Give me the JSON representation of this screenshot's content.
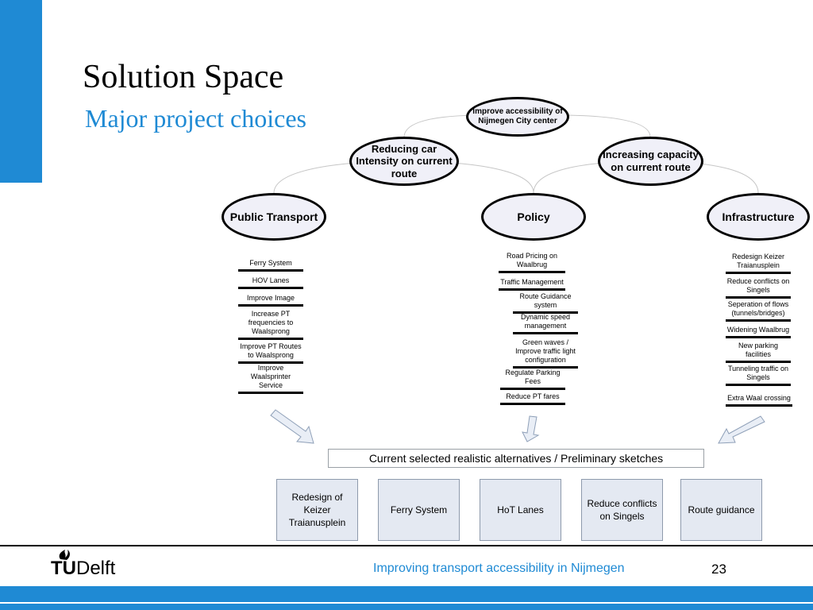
{
  "slide": {
    "title": "Solution Space",
    "subtitle": "Major project choices",
    "accent_color": "#1f8ad4"
  },
  "tree": {
    "goal": "Improve accessibility of Nijmegen City center",
    "branches": [
      "Reducing car Intensity on current route",
      "Increasing capacity on current route"
    ],
    "categories": {
      "public_transport": {
        "label": "Public Transport",
        "options": [
          "Ferry System",
          "HOV Lanes",
          "Improve Image",
          "Increase PT frequencies to Waalsprong",
          "Improve PT Routes to Waalsprong",
          "Improve Waalsprinter Service"
        ]
      },
      "policy": {
        "label": "Policy",
        "options": [
          "Road Pricing on Waalbrug",
          "Traffic Management",
          "Route Guidance system",
          "Dynamic speed management",
          "Green waves / Improve traffic light configuration",
          "Regulate Parking Fees",
          "Reduce PT fares"
        ]
      },
      "infrastructure": {
        "label": "Infrastructure",
        "options": [
          "Redesign Keizer Traianusplein",
          "Reduce conflicts on Singels",
          "Seperation of flows (tunnels/bridges)",
          "Widening Waalbrug",
          "New parking facilities",
          "Tunneling traffic on Singels",
          "Extra Waal crossing"
        ]
      }
    }
  },
  "selection": {
    "banner": "Current selected realistic alternatives / Preliminary sketches",
    "alternatives": [
      "Redesign of Keizer Traianusplein",
      "Ferry System",
      "HoT Lanes",
      "Reduce conflicts on Singels",
      "Route guidance"
    ]
  },
  "footer": {
    "logo_tu": "TU",
    "logo_delft": "Delft",
    "text": "Improving transport accessibility in Nijmegen",
    "page_number": "23"
  }
}
